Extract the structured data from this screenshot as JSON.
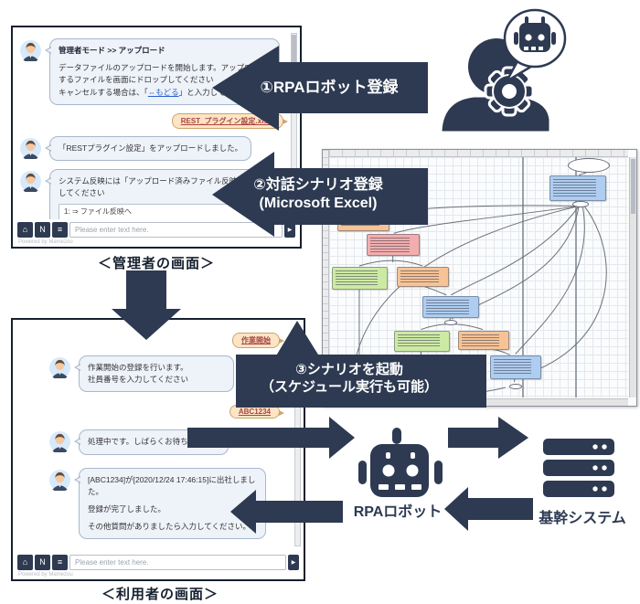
{
  "colors": {
    "navy": "#2d3a52",
    "bubble_bg": "#eef2f9",
    "bubble_border": "#a9b7cd",
    "chip_bg": "#fbe5c4",
    "chip_border": "#cfa36b",
    "chip_text": "#a94442",
    "link": "#2b5fcc",
    "node_blue": "#aecdf0",
    "node_orange": "#f6c396",
    "node_red": "#f2aeae",
    "node_green": "#cdeaa5"
  },
  "admin_window": {
    "caption": "＜管理者の画面＞",
    "msg1_title": "管理者モード >> アップロード",
    "msg1_line1": "データファイルのアップロードを開始します。アップロードするファイルを画面にドロップしてください",
    "msg1_cancel_prefix": "キャンセルする場合は、「",
    "msg1_cancel_link": "⇔もどる",
    "msg1_cancel_suffix": "」と入力してください",
    "file_chip": "REST_プラグイン設定.xlsm",
    "msg2_text": "「RESTプラグイン設定」をアップロードしました。",
    "msg3_text": "システム反映には「アップロード済みファイル反映」を選択してください",
    "msg3_option": "1: ⇒ ファイル反映へ",
    "input_placeholder": "Please enter text here.",
    "powered_by": "Powered by Mamezou"
  },
  "user_window": {
    "caption": "＜利用者の画面＞",
    "chip1": "作業開始",
    "msg1_line1": "作業開始の登録を行います。",
    "msg1_line2": "社員番号を入力してください",
    "chip2": "ABC1234",
    "msg2_text": "処理中です。しばらくお待ちください",
    "msg3_line1": "[ABC1234]が[2020/12/24 17:46:15]に出社しました。",
    "msg3_line2": "登録が完了しました。",
    "msg3_line3": "その他質問がありましたら入力してください。",
    "input_placeholder": "Please enter text here.",
    "powered_by": "Powered by Mamezou"
  },
  "steps": {
    "step1": "①RPAロボット登録",
    "step2_line1": "②対話シナリオ登録",
    "step2_line2": "(Microsoft Excel)",
    "step3_line1": "③シナリオを起動",
    "step3_line2": "（スケジュール実行も可能）"
  },
  "bottom": {
    "robot_label": "RPAロボット",
    "system_label": "基幹システム"
  },
  "chat_toolbar": {
    "home_icon": "⌂",
    "bookmark_icon": "N",
    "menu_icon": "≡",
    "send_icon": "▶"
  }
}
